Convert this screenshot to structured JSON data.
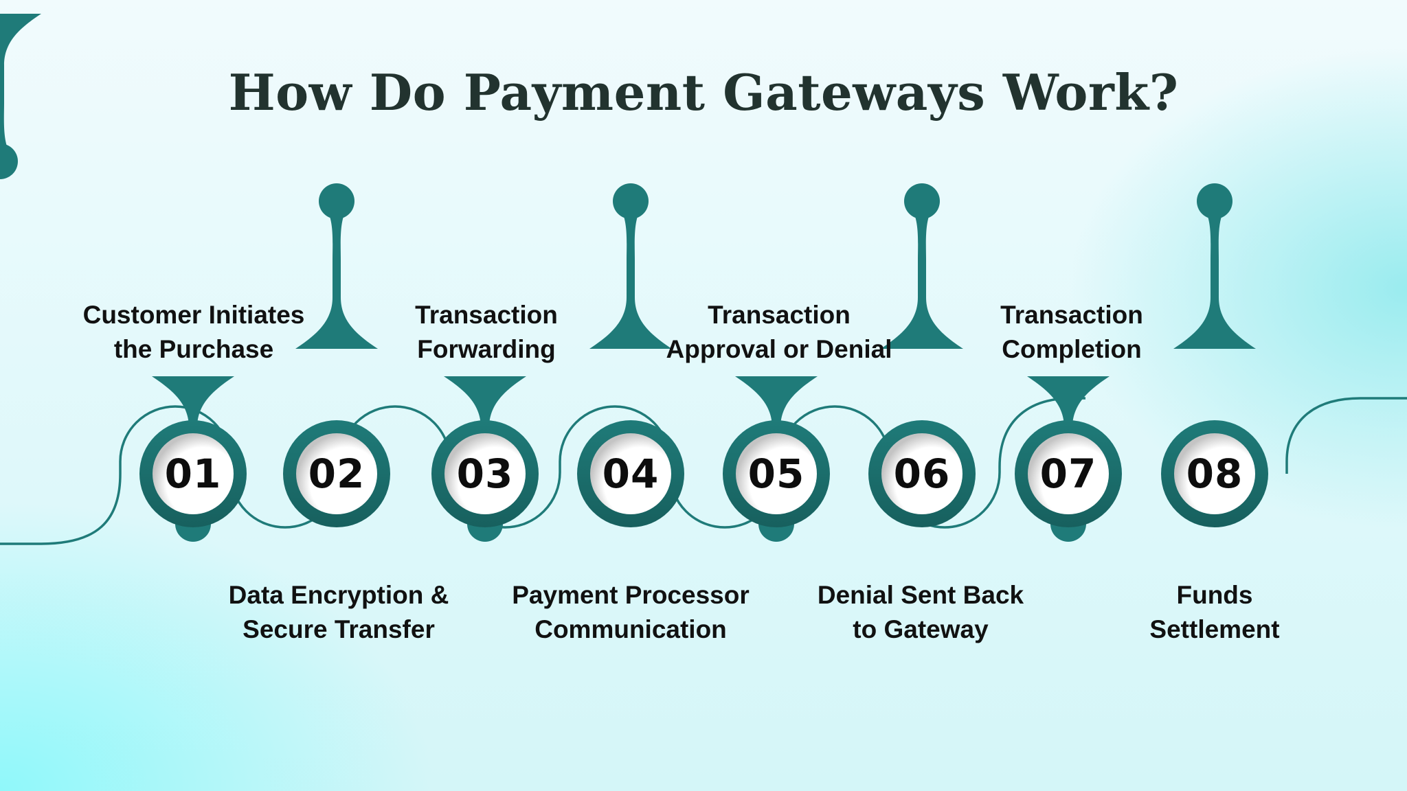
{
  "title": "How Do Payment Gateways Work?",
  "colors": {
    "teal": "#1f7b79",
    "teal_dark": "#17605e",
    "title_text": "#22332f",
    "label_text": "#111111",
    "disc": "#ffffff",
    "disc_shadow": "#c4c4c4"
  },
  "steps": [
    {
      "number": "01",
      "line1": "Customer Initiates",
      "line2": "the Purchase",
      "label_position": "top"
    },
    {
      "number": "02",
      "line1": "Data Encryption &",
      "line2": "Secure Transfer",
      "label_position": "bottom"
    },
    {
      "number": "03",
      "line1": "Transaction",
      "line2": "Forwarding",
      "label_position": "top"
    },
    {
      "number": "04",
      "line1": "Payment Processor",
      "line2": "Communication",
      "label_position": "bottom"
    },
    {
      "number": "05",
      "line1": "Transaction",
      "line2": "Approval or Denial",
      "label_position": "top"
    },
    {
      "number": "06",
      "line1": "Denial Sent Back",
      "line2": "to Gateway",
      "label_position": "bottom"
    },
    {
      "number": "07",
      "line1": "Transaction",
      "line2": "Completion",
      "label_position": "top"
    },
    {
      "number": "08",
      "line1": "Funds",
      "line2": "Settlement",
      "label_position": "bottom"
    }
  ]
}
